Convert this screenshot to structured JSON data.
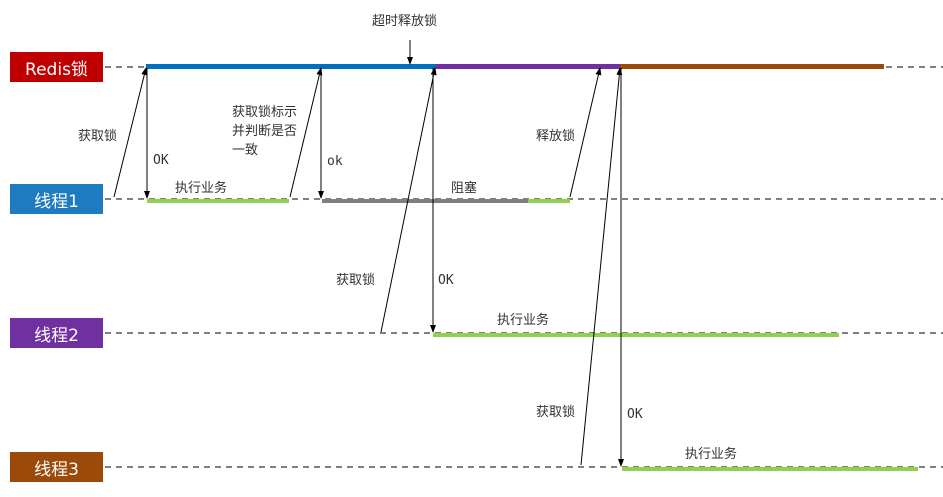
{
  "colors": {
    "redis": "#c00000",
    "thread1": "#1f7bbf",
    "thread2": "#7030a0",
    "thread3": "#9c4a0a",
    "business": "#92d050",
    "blocked": "#7f7f7f",
    "lock_owner_thread1": "#0070c0",
    "lock_owner_thread2": "#7030a0",
    "lock_owner_thread3": "#9c4a0a"
  },
  "lanes": {
    "redis": "Redis锁",
    "thread1": "线程1",
    "thread2": "线程2",
    "thread3": "线程3"
  },
  "annotations": {
    "timeout_release": "超时释放锁",
    "t1_acquire": "获取锁",
    "t1_ok": "OK",
    "t1_business": "执行业务",
    "t1_check_line1": "获取锁标示",
    "t1_check_line2": "并判断是否",
    "t1_check_line3": "一致",
    "t1_ok2": "ok",
    "t1_blocked": "阻塞",
    "t1_release": "释放锁",
    "t2_acquire": "获取锁",
    "t2_ok": "OK",
    "t2_business": "执行业务",
    "t3_acquire": "获取锁",
    "t3_ok": "OK",
    "t3_business": "执行业务"
  }
}
